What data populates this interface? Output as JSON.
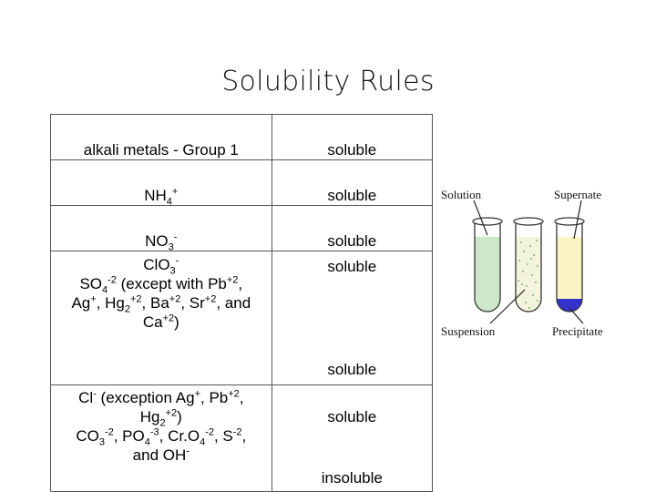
{
  "title": "Solubility Rules",
  "table": {
    "rows": [
      {
        "left": "alkali metals - Group 1",
        "right": "soluble"
      },
      {
        "left_base": "NH",
        "left_sub": "4",
        "left_sup": "+",
        "right": "soluble"
      },
      {
        "left_base": "NO",
        "left_sub": "3",
        "left_sup": "-",
        "right": "soluble"
      },
      {
        "left_a_base": "ClO",
        "left_a_sub": "3",
        "left_a_sup": "-",
        "left_b": {
          "p1": "SO",
          "p1_sub": "4",
          "p1_sup": "-2",
          "p2": " (except with Pb",
          "p2_sup": "+2",
          "p3": ",",
          "p4": "Ag",
          "p4_sup": "+",
          "p5": ", Hg",
          "p5_sub": "2",
          "p5_sup": "+2",
          "p6": ", Ba",
          "p6_sup": "+2",
          "p7": ", Sr",
          "p7_sup": "+2",
          "p8": ", and",
          "p9": "Ca",
          "p9_sup": "+2",
          "p10": ")"
        },
        "right_a": "soluble",
        "right_b": "soluble"
      },
      {
        "left_a": {
          "p1": "Cl",
          "p1_sup": "-",
          "p2": " (exception Ag",
          "p2_sup": "+",
          "p3": ", Pb",
          "p3_sup": "+2",
          "p4": ",",
          "p5": "Hg",
          "p5_sub": "2",
          "p5_sup": "+2",
          "p6": ")"
        },
        "left_b": {
          "p1": "CO",
          "p1_sub": "3",
          "p1_sup": "-2",
          "p2": ", PO",
          "p2_sub": "4",
          "p2_sup": "-3",
          "p3": ", Cr.O",
          "p3_sub": "4",
          "p3_sup": "-2",
          "p4": ", S",
          "p4_sup": "-2",
          "p5": ",",
          "p6": "and OH",
          "p6_sup": "-"
        },
        "right_a": "soluble",
        "right_b": "insoluble"
      }
    ]
  },
  "figure": {
    "labels": {
      "solution": "Solution",
      "supernate": "Supernate",
      "suspension": "Suspension",
      "precipitate": "Precipitate"
    },
    "colors": {
      "solution": "#cce8c8",
      "suspension": "#f2f5dc",
      "supernate": "#faf3c2",
      "precipitate": "#3333cc",
      "dots": "#5a9a5a"
    }
  }
}
